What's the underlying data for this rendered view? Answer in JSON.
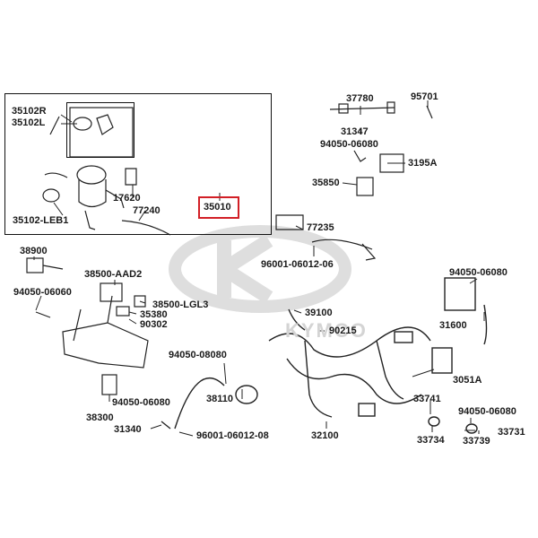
{
  "brand": {
    "watermark": "KYMCO"
  },
  "colors": {
    "highlight": "#d21f26",
    "line": "#1a1a1a",
    "watermark": "#d4d4d4"
  },
  "parts": {
    "p35102R": "35102R",
    "p35102L": "35102L",
    "p35102LEB1": "35102-LEB1",
    "p17620": "17620",
    "p77240": "77240",
    "p35010": "35010",
    "p37780": "37780",
    "p95701": "95701",
    "p31347": "31347",
    "p94050_06080_a": "94050-06080",
    "p3195A": "3195A",
    "p35850": "35850",
    "p77235": "77235",
    "p96001_06012_06": "96001-06012-06",
    "p38900": "38900",
    "p94050_06060": "94050-06060",
    "p38500_AAD2": "38500-AAD2",
    "p38500_LGL3": "38500-LGL3",
    "p35380": "35380",
    "p90302": "90302",
    "p94050_06080_b": "94050-06080",
    "p39100": "39100",
    "p90215": "90215",
    "p31600": "31600",
    "p94050_08080": "94050-08080",
    "p3051A": "3051A",
    "p94050_06080_c": "94050-06080",
    "p38300": "38300",
    "p38110": "38110",
    "p33741": "33741",
    "p94050_06080_d": "94050-06080",
    "p31340": "31340",
    "p96001_06012_08": "96001-06012-08",
    "p32100": "32100",
    "p33734": "33734",
    "p33739": "33739",
    "p33731": "33731"
  }
}
